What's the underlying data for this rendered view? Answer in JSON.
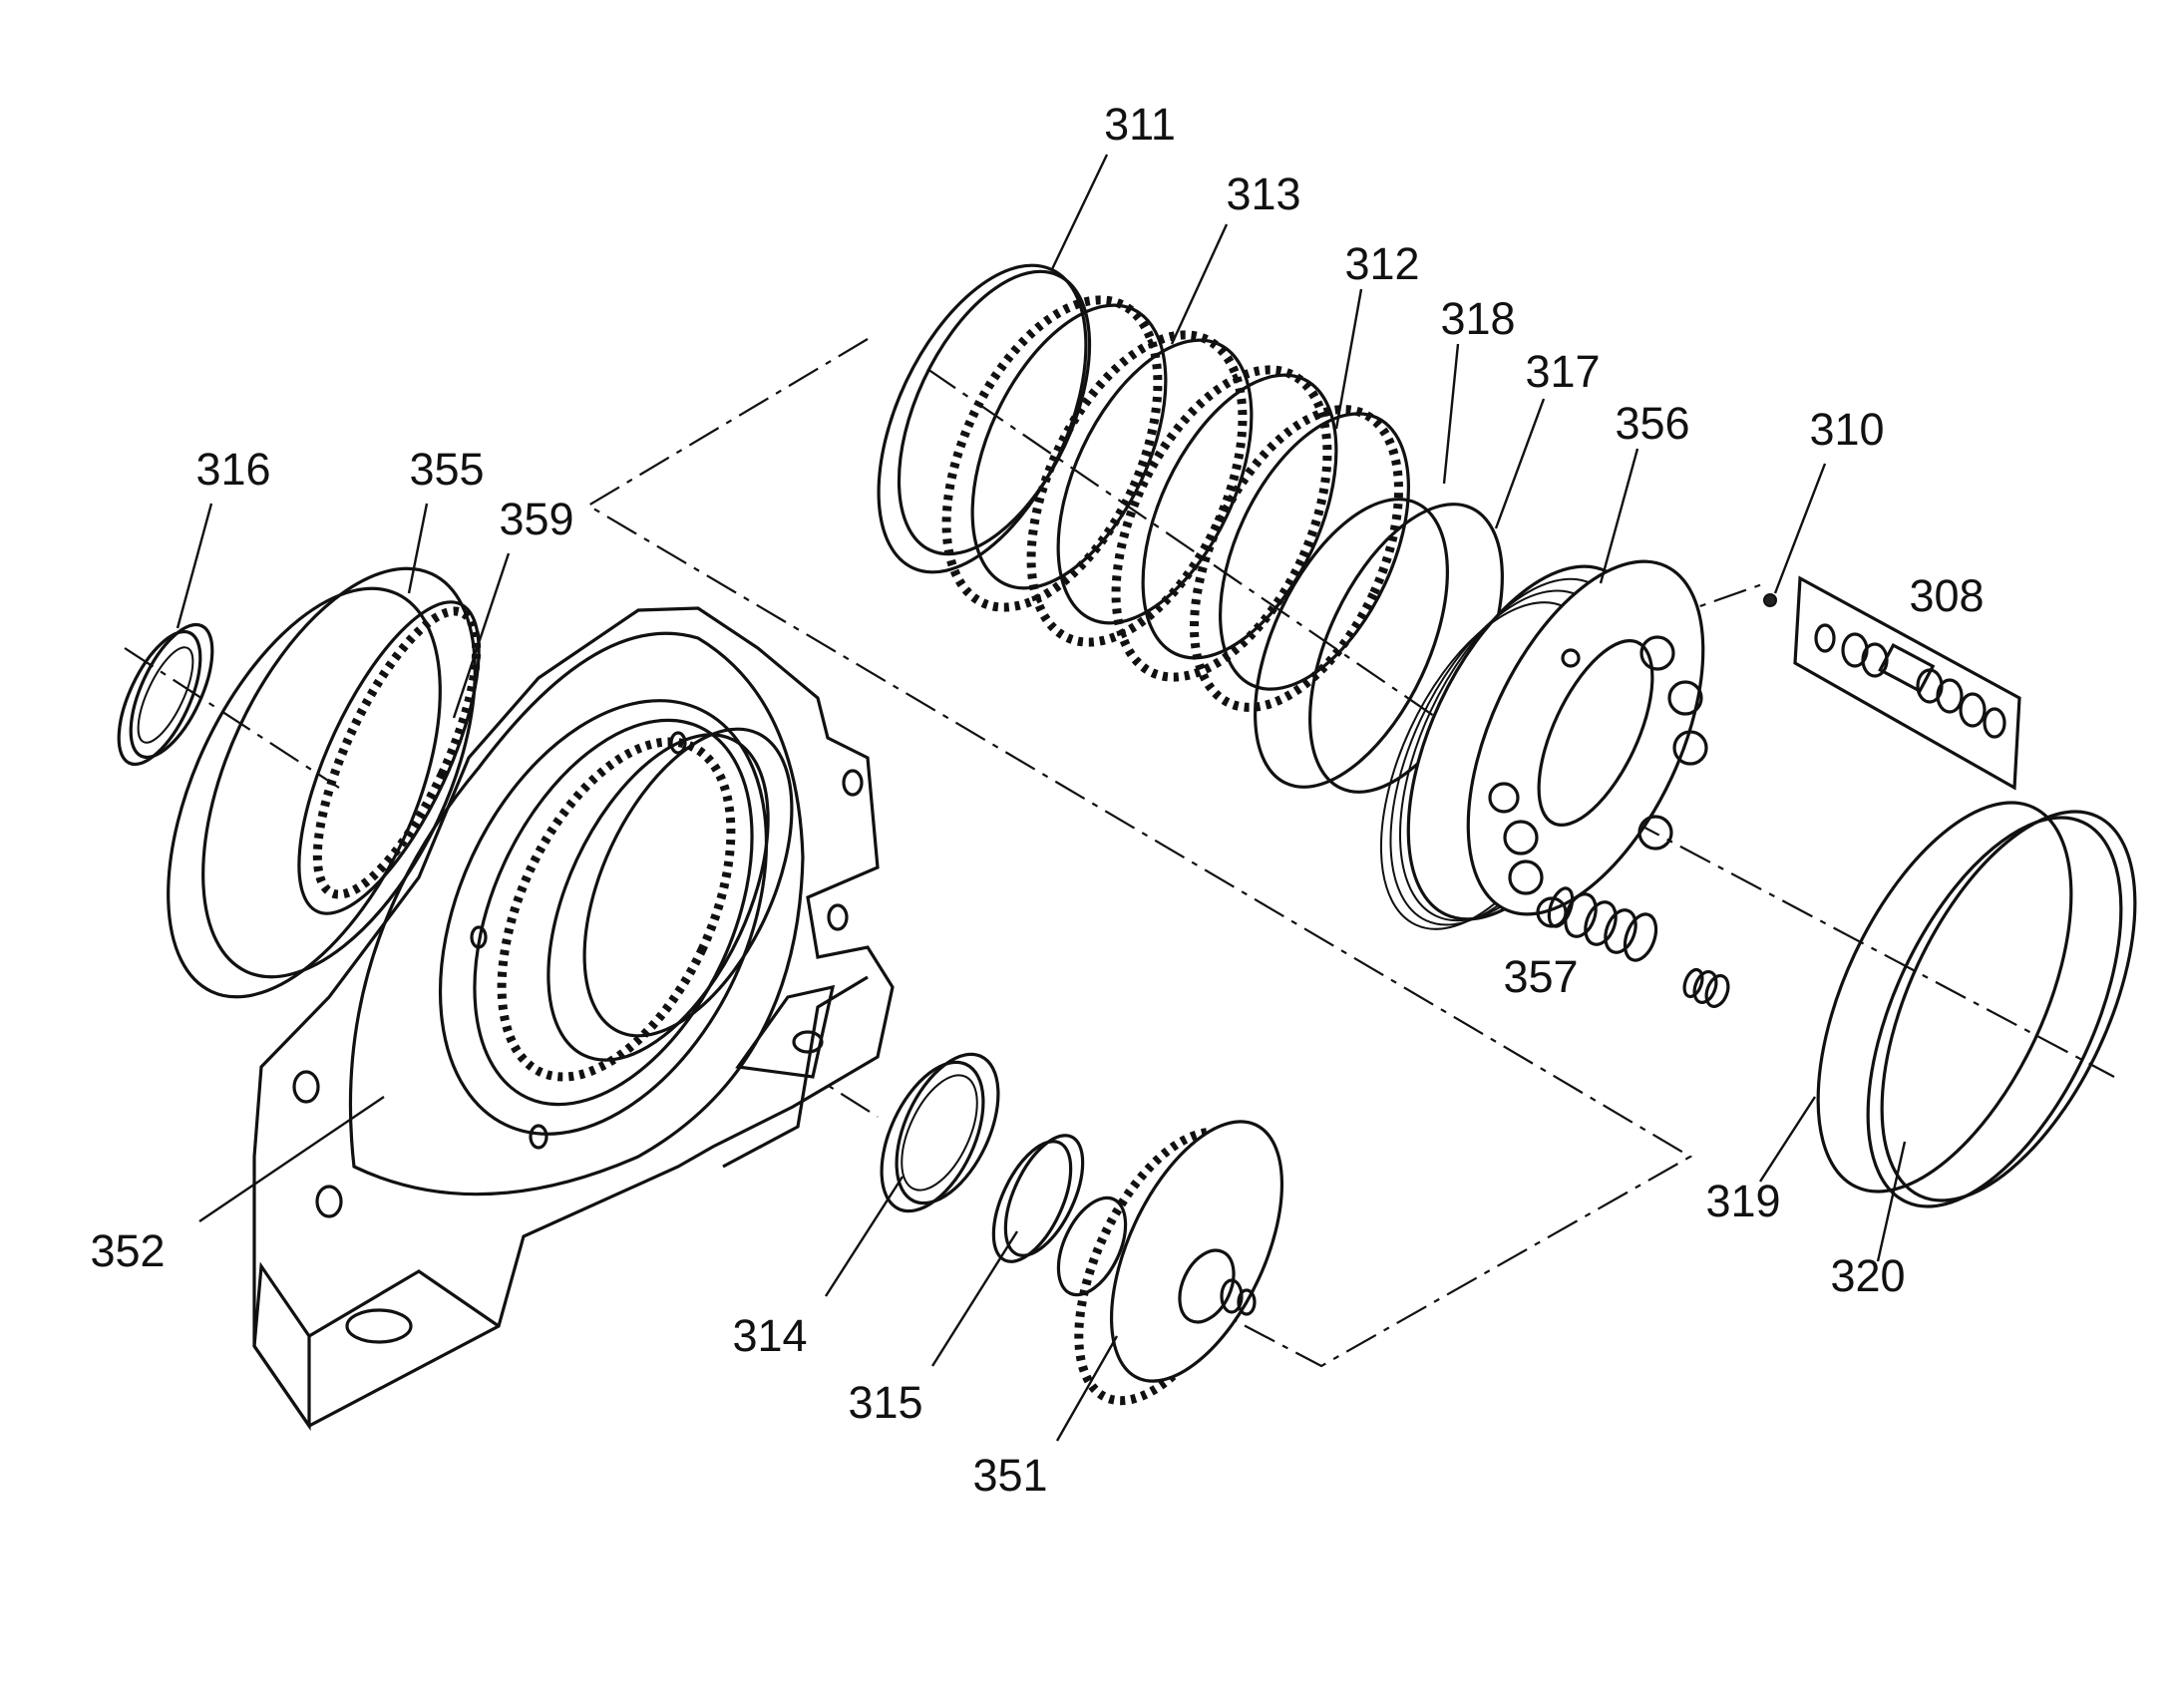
{
  "callouts": {
    "p308": "308",
    "p310": "310",
    "p311": "311",
    "p312": "312",
    "p313": "313",
    "p314": "314",
    "p315": "315",
    "p316": "316",
    "p317": "317",
    "p318": "318",
    "p319": "319",
    "p320": "320",
    "p351": "351",
    "p352": "352",
    "p355": "355",
    "p356": "356",
    "p357": "357",
    "p359": "359"
  },
  "colors": {
    "line": "#111111",
    "background": "#ffffff"
  }
}
